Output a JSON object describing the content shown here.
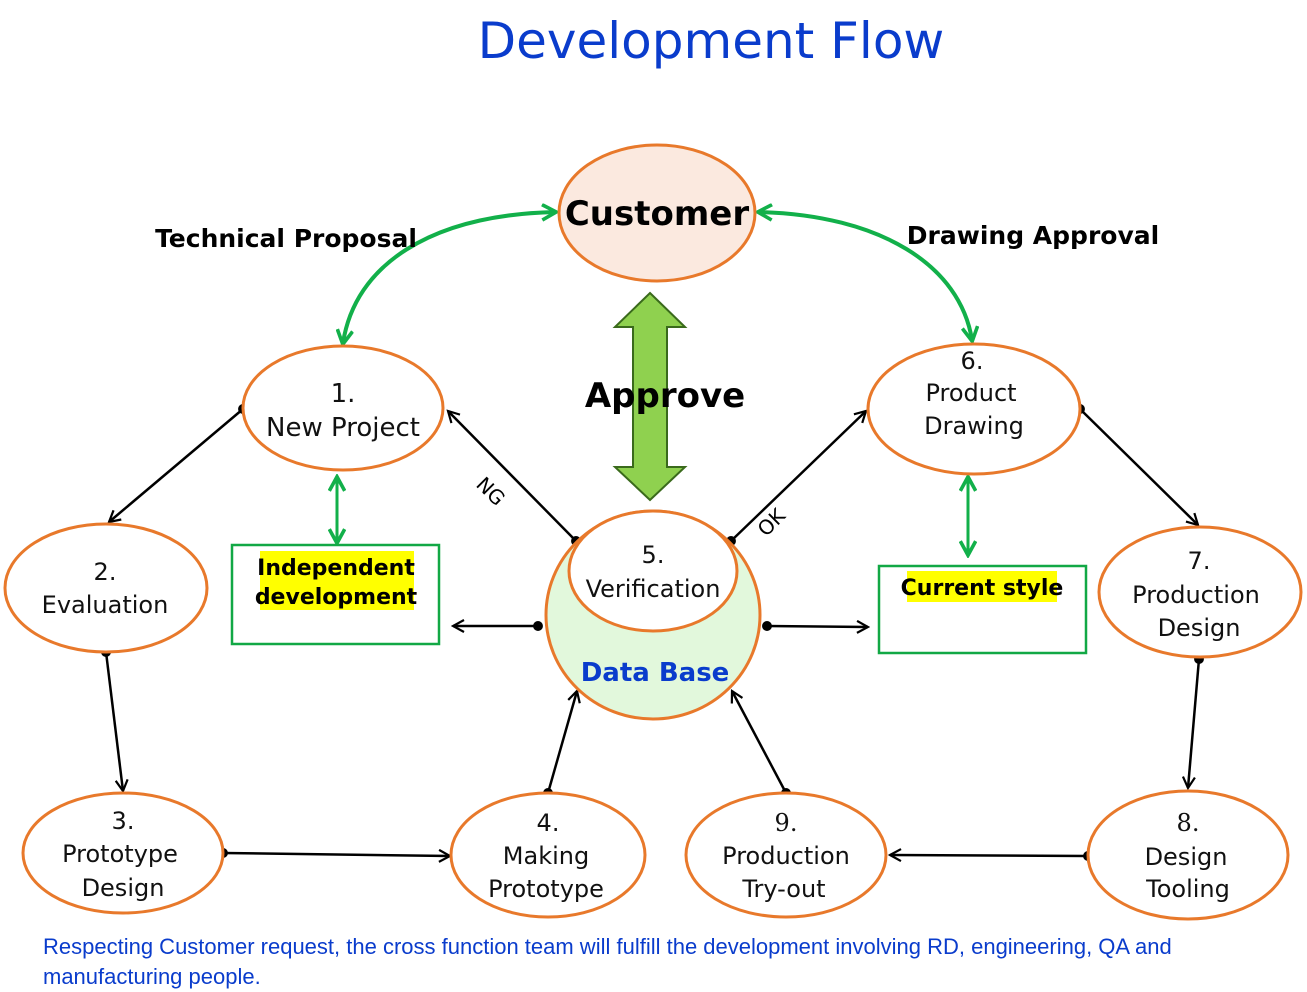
{
  "title": "Development Flow",
  "colors": {
    "title": "#0a3ccc",
    "node_stroke": "#e8792b",
    "customer_fill": "#fbe9df",
    "database_fill": "#e2f8dc",
    "green_arrow": "#12b04a",
    "approve_arrow_fill": "#8fd14f",
    "highlight": "#ffff00",
    "box_stroke": "#12a845"
  },
  "customer": {
    "label": "Customer"
  },
  "labels": {
    "technical_proposal": "Technical Proposal",
    "drawing_approval": "Drawing Approval",
    "approve": "Approve",
    "ng": "NG",
    "ok": "OK"
  },
  "nodes": [
    {
      "id": "1",
      "num": "1.",
      "lines": [
        "New Project"
      ]
    },
    {
      "id": "2",
      "num": "2.",
      "lines": [
        "Evaluation"
      ]
    },
    {
      "id": "3",
      "num": "3.",
      "lines": [
        "Prototype",
        "Design"
      ]
    },
    {
      "id": "4",
      "num": "4.",
      "lines": [
        "Making",
        "Prototype"
      ]
    },
    {
      "id": "5",
      "num": "5.",
      "lines": [
        "Verification"
      ]
    },
    {
      "id": "6",
      "num": "6.",
      "lines": [
        "Product",
        "Drawing"
      ]
    },
    {
      "id": "7",
      "num": "7.",
      "lines": [
        "Production",
        "Design"
      ]
    },
    {
      "id": "8",
      "num": "8.",
      "lines": [
        "Design",
        "Tooling"
      ]
    },
    {
      "id": "9",
      "num": "9.",
      "lines": [
        "Production",
        "Try-out"
      ]
    }
  ],
  "database": {
    "label": "Data Base"
  },
  "boxes": {
    "independent": [
      "Independent",
      "development"
    ],
    "current": [
      "Current style"
    ]
  },
  "footer": "Respecting Customer request, the cross function team will fulfill the development involving RD, engineering, QA and manufacturing people."
}
